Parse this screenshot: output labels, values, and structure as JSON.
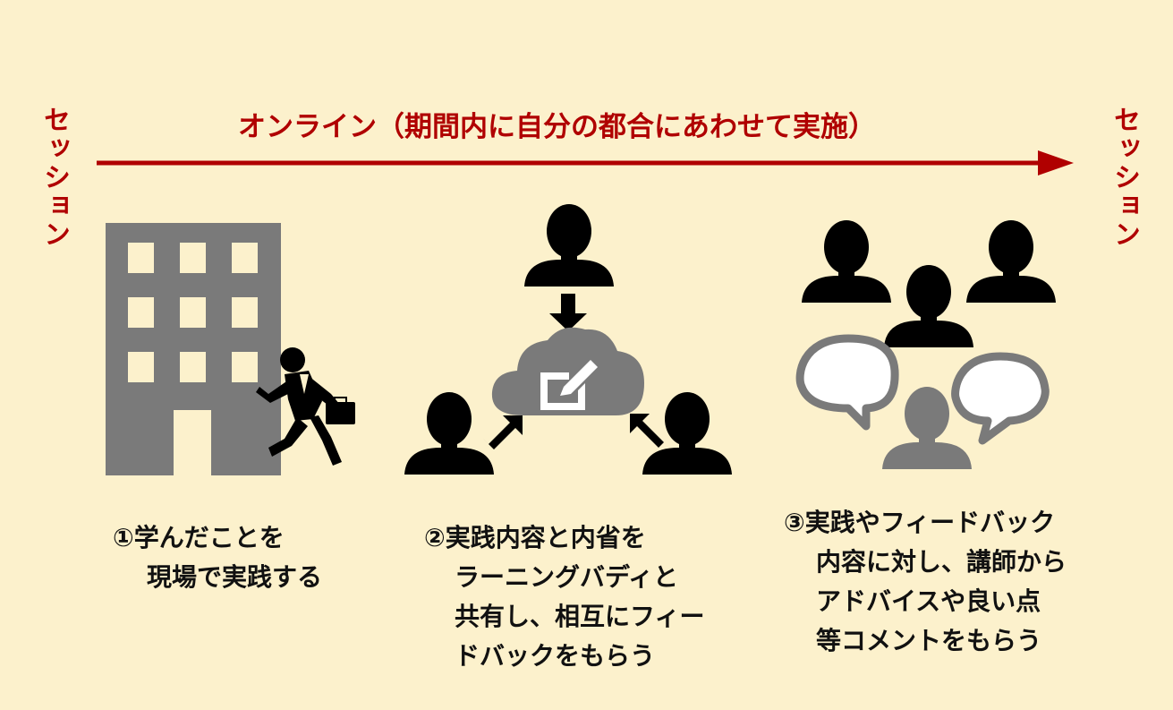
{
  "timeline": {
    "session_left": "セッション",
    "session_right": "セッション",
    "online_label": "オンライン（期間内に自分の都合にあわせて実施）",
    "accent_color": "#b00000"
  },
  "steps": [
    {
      "number": "①",
      "lines": [
        "学んだことを",
        "現場で実践する"
      ],
      "icon": "office-building-businessman-icon"
    },
    {
      "number": "②",
      "lines": [
        "実践内容と内省を",
        "ラーニングバディと",
        "共有し、相互にフィー",
        "ドバックをもらう"
      ],
      "icon": "cloud-shared-notes-icon"
    },
    {
      "number": "③",
      "lines": [
        "実践やフィードバック",
        "内容に対し、講師から",
        "アドバイスや良い点",
        "等コメントをもらう"
      ],
      "icon": "group-speech-bubbles-icon"
    }
  ],
  "colors": {
    "background": "#fcf1cc",
    "gray": "#7a7a7a",
    "black": "#000000"
  }
}
